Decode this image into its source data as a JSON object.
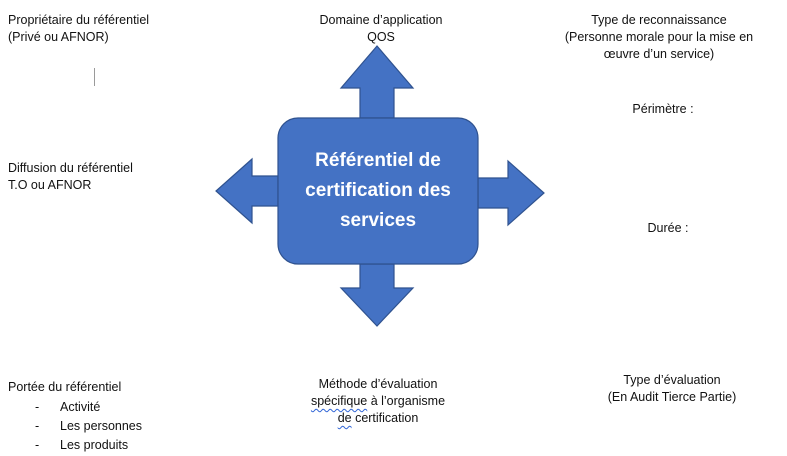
{
  "center": {
    "lines": [
      "Référentiel de",
      "certification des",
      "services"
    ]
  },
  "top_left": {
    "lines": [
      "Propriétaire du référentiel",
      "(Privé ou AFNOR)"
    ]
  },
  "top_center": {
    "lines": [
      "Domaine d’application",
      "QOS"
    ]
  },
  "top_right": {
    "lines": [
      "Type de reconnaissance",
      "(Personne morale pour la mise en",
      "œuvre d’un service)"
    ]
  },
  "right_perimetre": "Périmètre :",
  "right_duree": "Durée :",
  "mid_left": {
    "lines": [
      "Diffusion du référentiel",
      "T.O ou AFNOR"
    ]
  },
  "bottom_left": {
    "title": "Portée du référentiel",
    "bullet": "-",
    "items": [
      "Activité",
      "Les personnes",
      "Les produits"
    ]
  },
  "bottom_center": {
    "line1": "Méthode d’évaluation",
    "line2_squiggle": "spécifique",
    "line2_rest": " à l’organisme",
    "line3_squiggle": "de",
    "line3_rest": " certification"
  },
  "bottom_right": {
    "lines": [
      "Type d’évaluation",
      "(En Audit Tierce Partie)"
    ]
  },
  "colors": {
    "shape_fill": "#4472c4",
    "shape_stroke": "#2f528f",
    "text": "#111111"
  }
}
